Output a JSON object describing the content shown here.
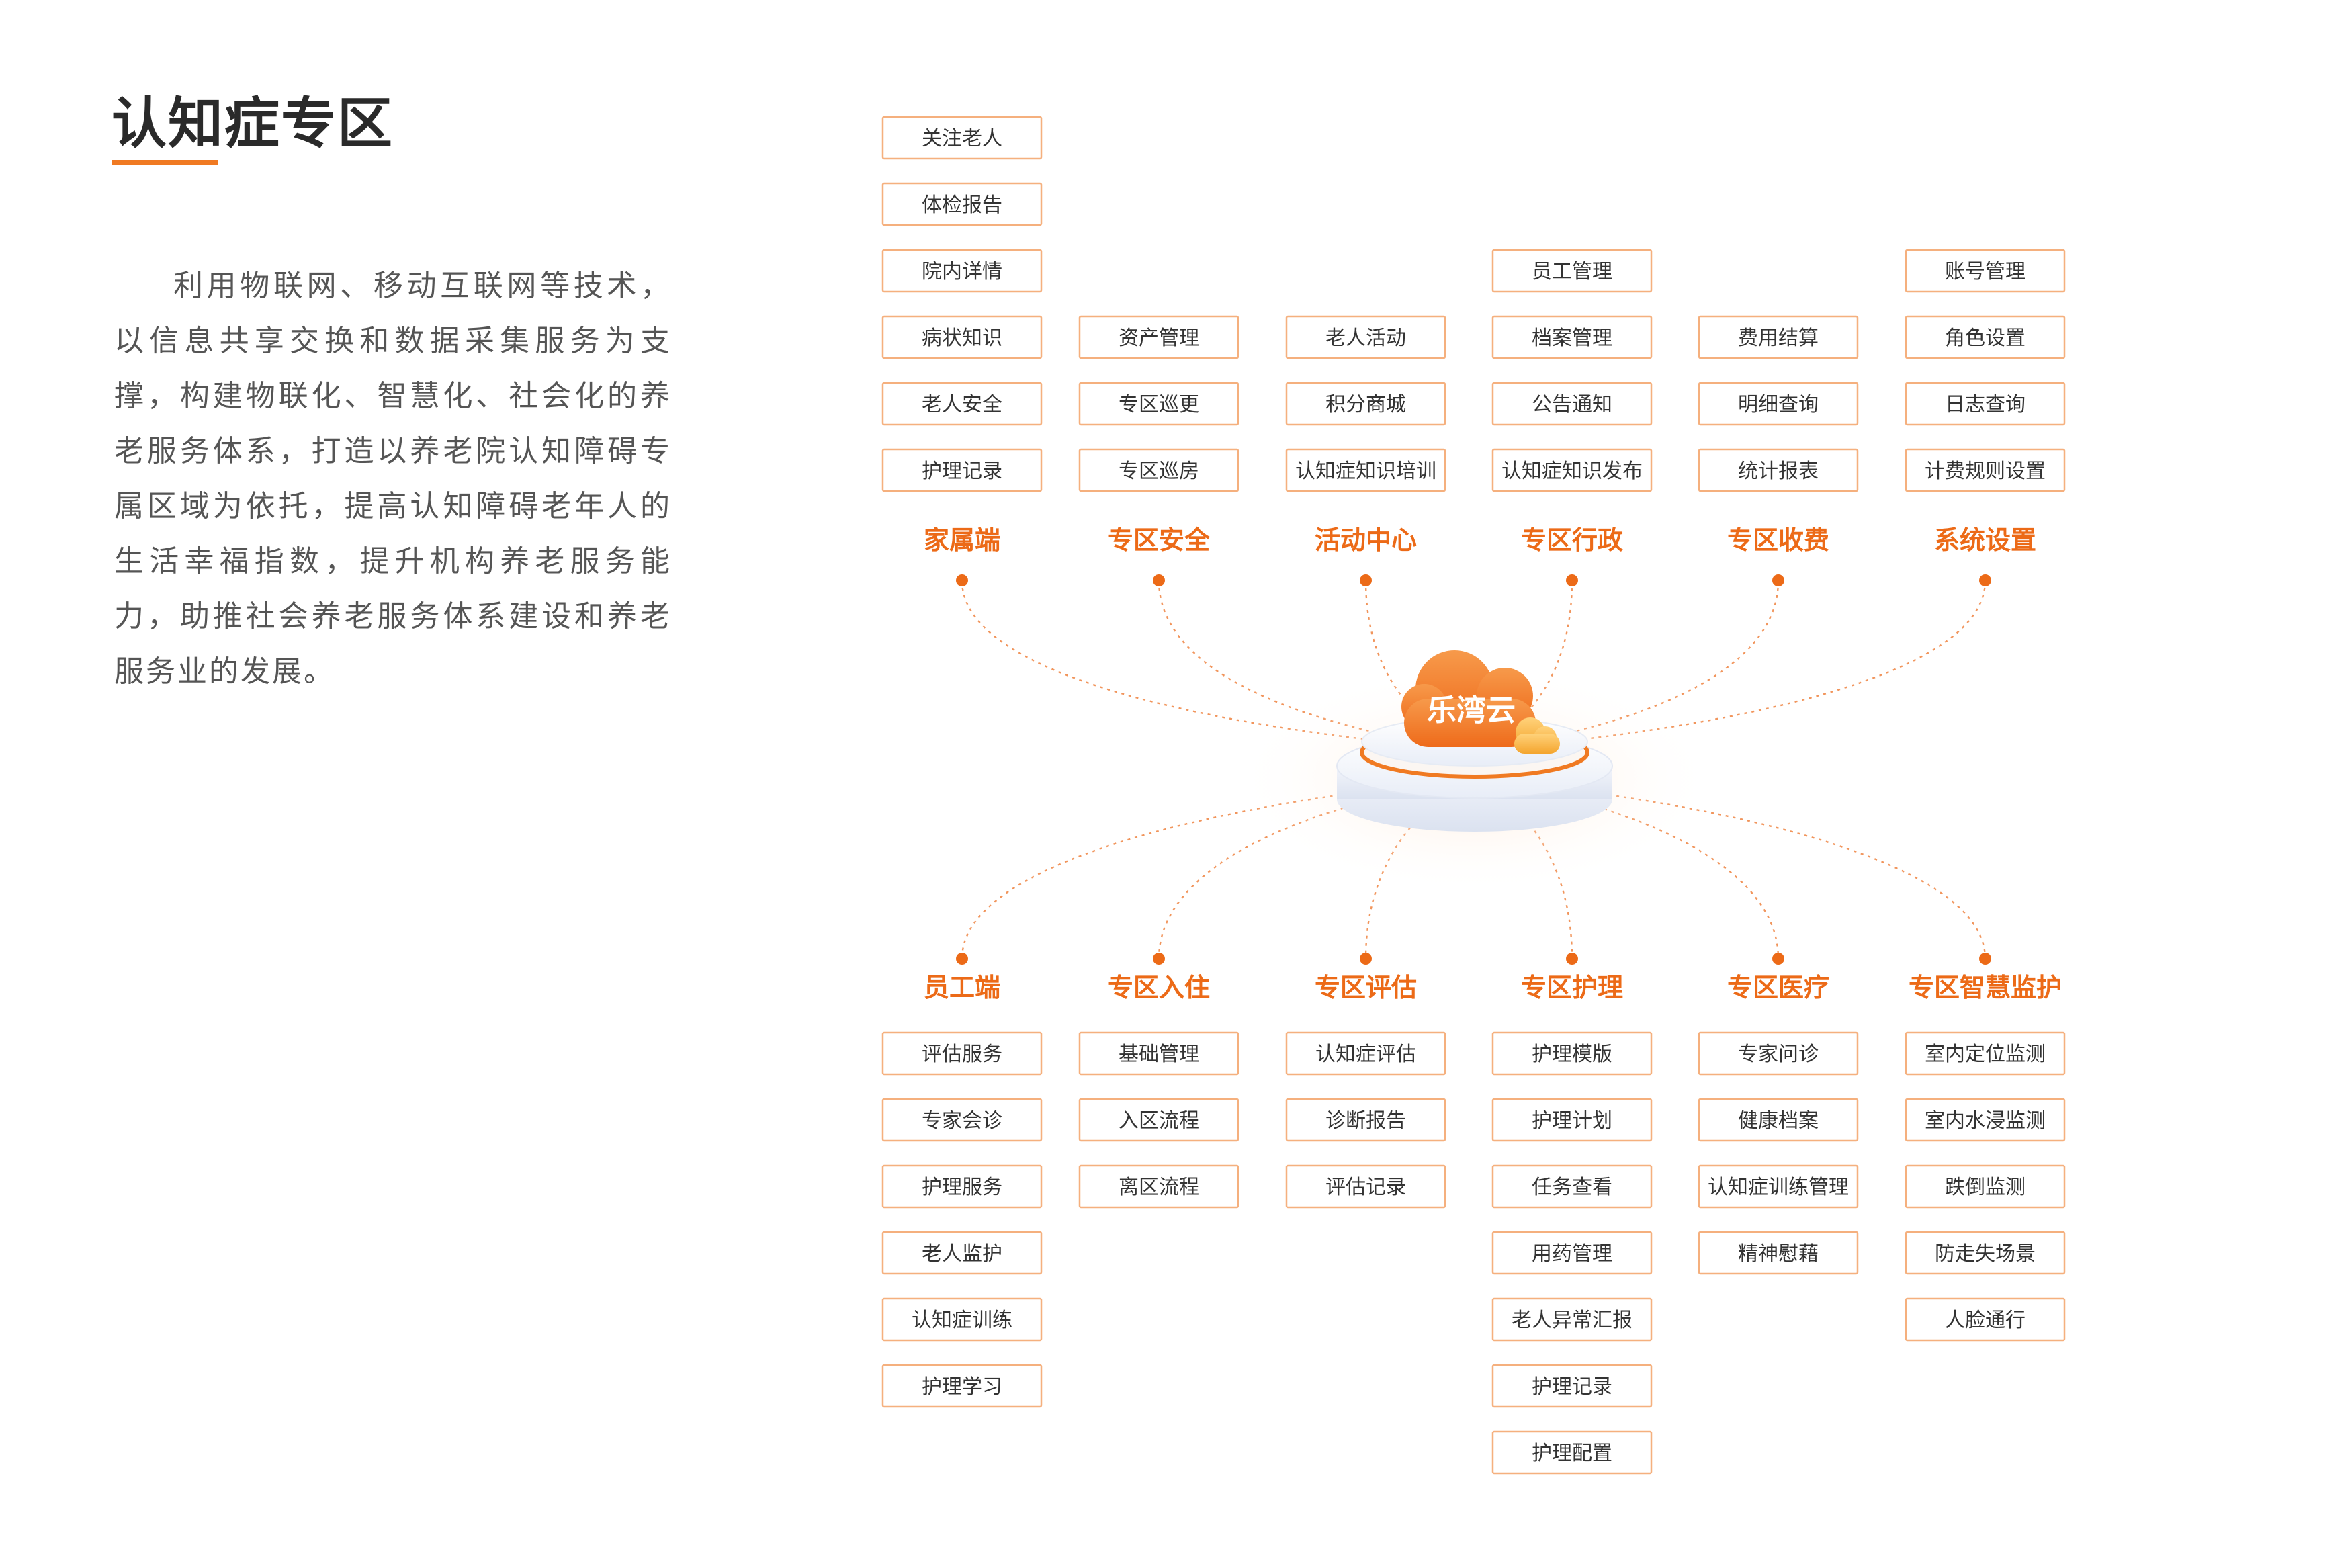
{
  "title": "认知症专区",
  "intro": "利用物联网、移动互联网等技术，以信息共享交换和数据采集服务为支撑，构建物联化、智慧化、社会化的养老服务体系，打造以养老院认知障碍专属区域为依托，提高认知障碍老年人的生活幸福指数，提升机构养老服务能力，助推社会养老服务体系建设和养老服务业的发展。",
  "center": {
    "label": "乐湾云"
  },
  "colors": {
    "accent": "#ec6a17",
    "box_border": "#f5b07e",
    "text": "#333333"
  },
  "top_categories": [
    {
      "name": "家属端",
      "items": [
        "关注老人",
        "体检报告",
        "院内详情",
        "病状知识",
        "老人安全",
        "护理记录"
      ]
    },
    {
      "name": "专区安全",
      "items": [
        "资产管理",
        "专区巡更",
        "专区巡房"
      ]
    },
    {
      "name": "活动中心",
      "items": [
        "老人活动",
        "积分商城",
        "认知症知识培训"
      ]
    },
    {
      "name": "专区行政",
      "items": [
        "员工管理",
        "档案管理",
        "公告通知",
        "认知症知识发布"
      ]
    },
    {
      "name": "专区收费",
      "items": [
        "费用结算",
        "明细查询",
        "统计报表"
      ]
    },
    {
      "name": "系统设置",
      "items": [
        "账号管理",
        "角色设置",
        "日志查询",
        "计费规则设置"
      ]
    }
  ],
  "bottom_categories": [
    {
      "name": "员工端",
      "items": [
        "评估服务",
        "专家会诊",
        "护理服务",
        "老人监护",
        "认知症训练",
        "护理学习"
      ]
    },
    {
      "name": "专区入住",
      "items": [
        "基础管理",
        "入区流程",
        "离区流程"
      ]
    },
    {
      "name": "专区评估",
      "items": [
        "认知症评估",
        "诊断报告",
        "评估记录"
      ]
    },
    {
      "name": "专区护理",
      "items": [
        "护理模版",
        "护理计划",
        "任务查看",
        "用药管理",
        "老人异常汇报",
        "护理记录",
        "护理配置"
      ]
    },
    {
      "name": "专区医疗",
      "items": [
        "专家问诊",
        "健康档案",
        "认知症训练管理",
        "精神慰藉"
      ]
    },
    {
      "name": "专区智慧监护",
      "items": [
        "室内定位监测",
        "室内水浸监测",
        "跌倒监测",
        "防走失场景",
        "人脸通行"
      ]
    }
  ]
}
